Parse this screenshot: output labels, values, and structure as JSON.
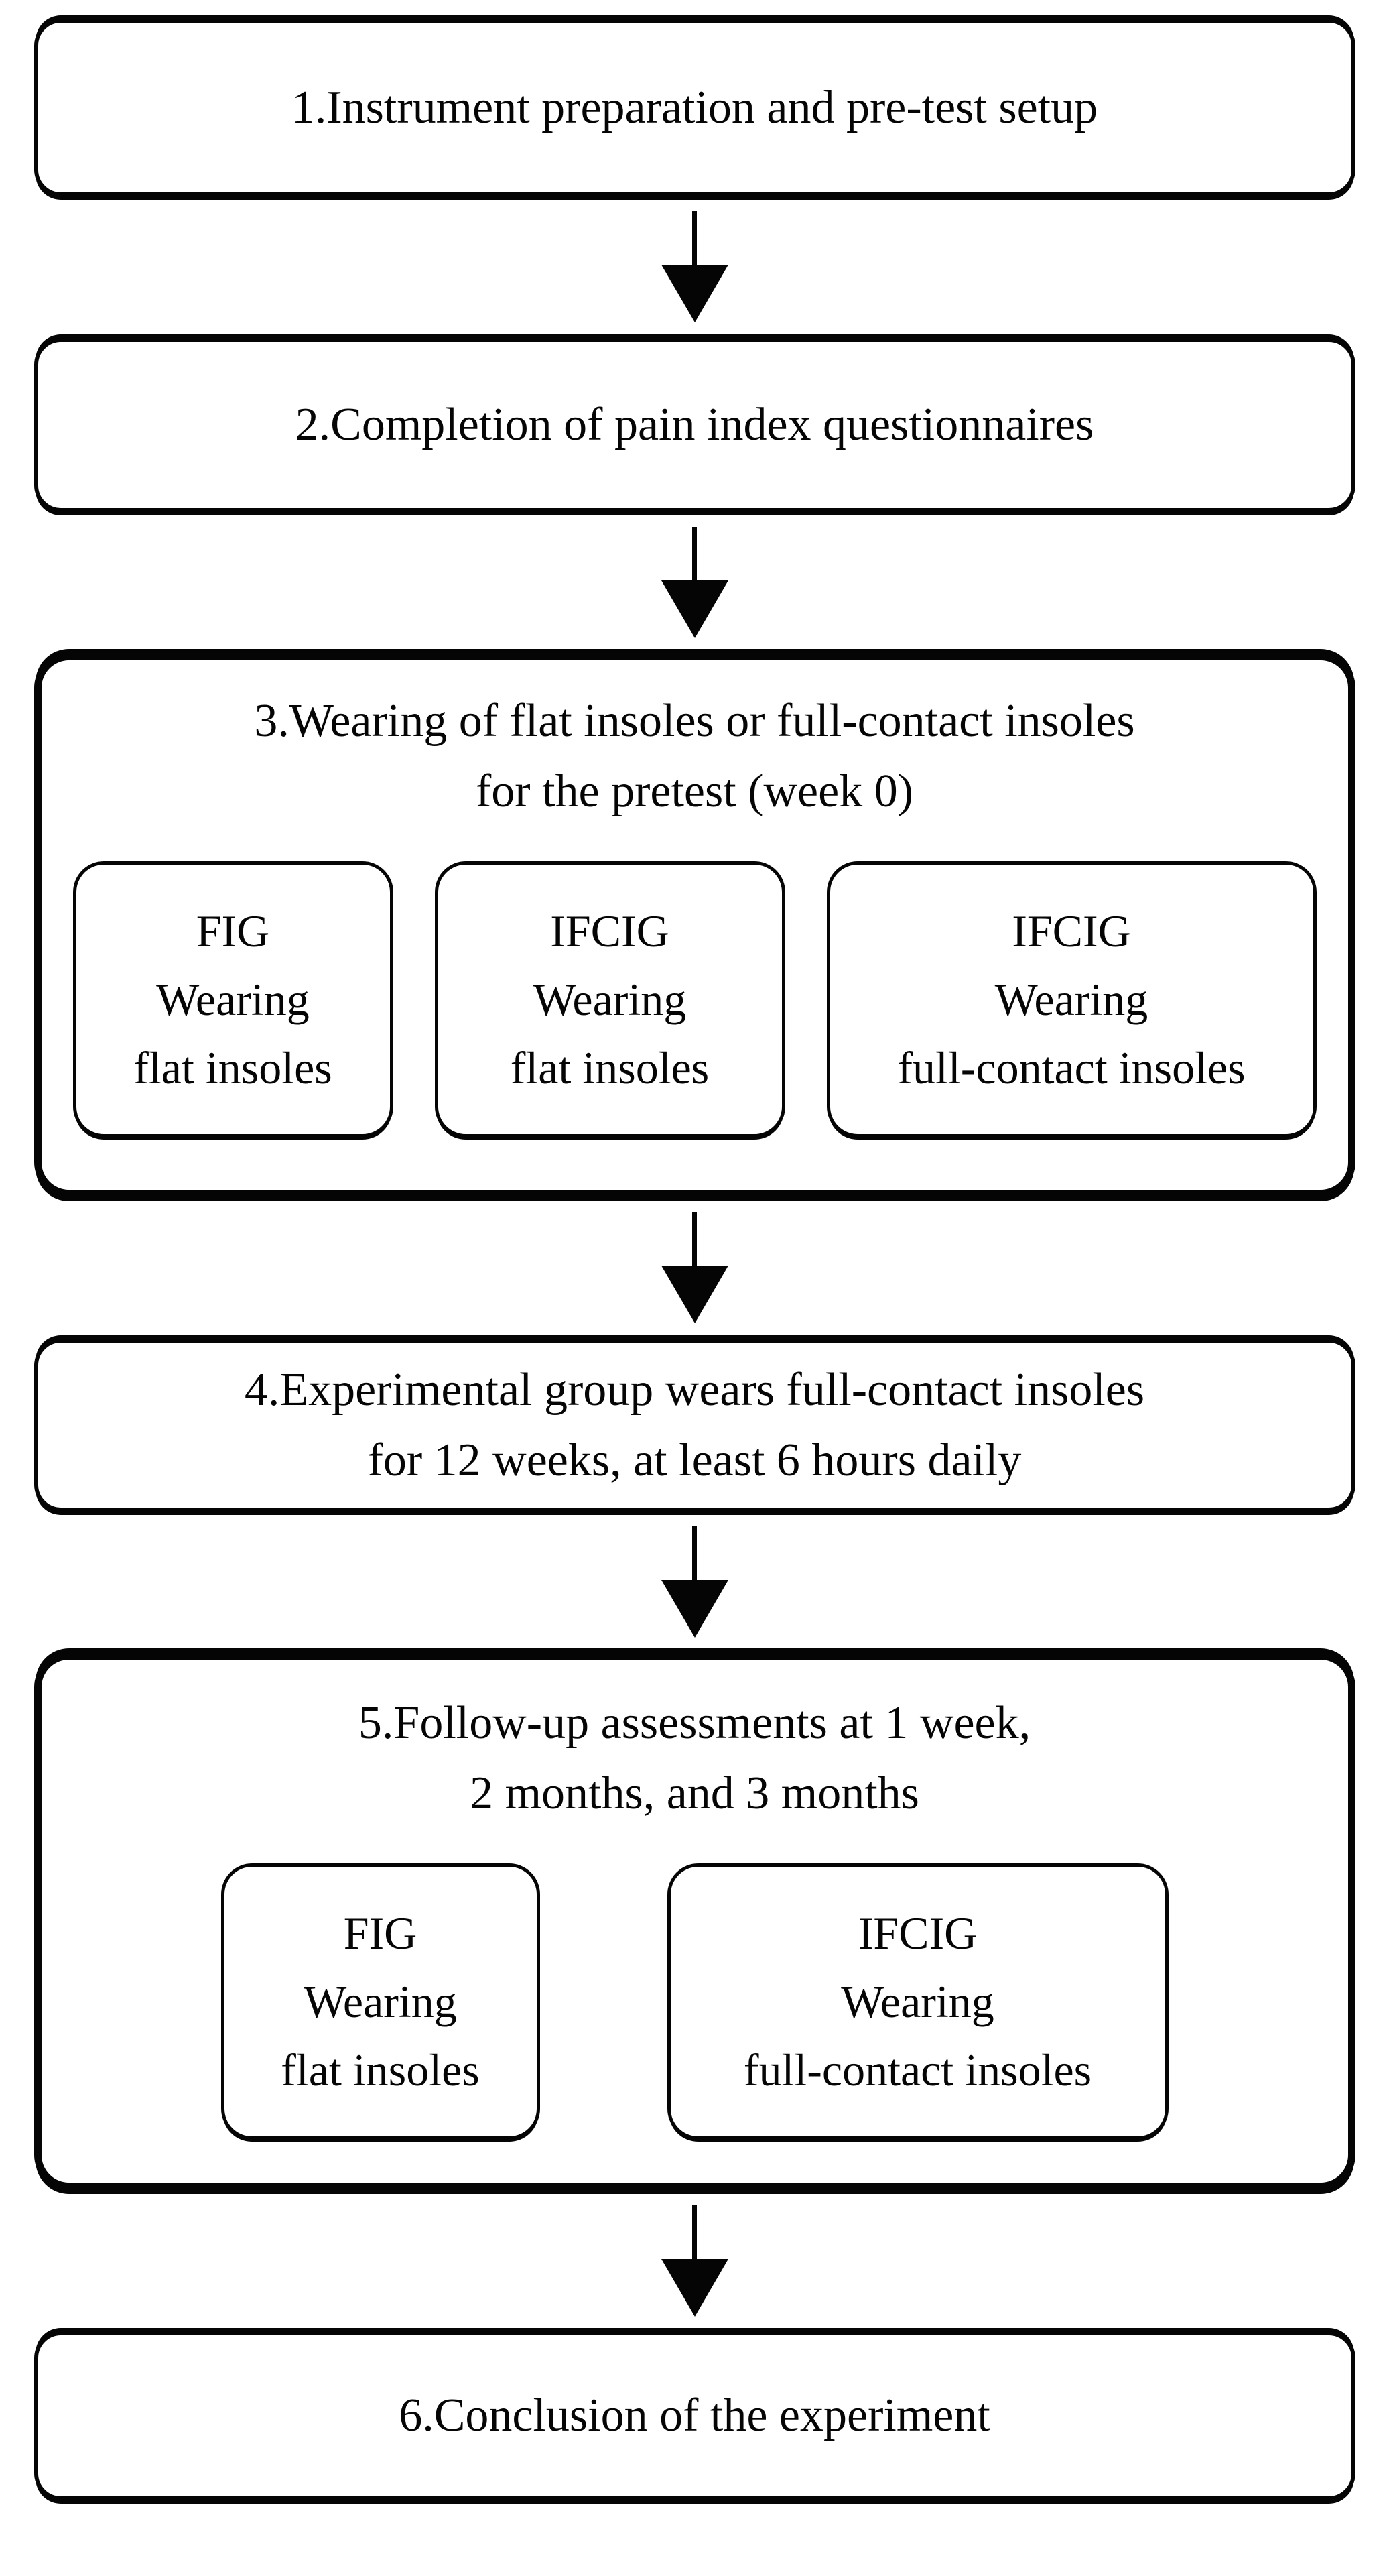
{
  "page": {
    "background": "#ffffff",
    "ink_color": "#050505",
    "font_style": "serif"
  },
  "flow": {
    "step1": {
      "label": "1.Instrument preparation and pre-test setup"
    },
    "step2": {
      "label": "2.Completion of pain index questionnaires"
    },
    "step3": {
      "line1": "3.Wearing of flat insoles or full-contact insoles",
      "line2": "for the pretest (week 0)",
      "groups": [
        {
          "name": "FIG",
          "action": "Wearing",
          "object": "flat insoles"
        },
        {
          "name": "IFCIG",
          "action": "Wearing",
          "object": "flat insoles"
        },
        {
          "name": "IFCIG",
          "action": "Wearing",
          "object": "full-contact insoles"
        }
      ]
    },
    "step4": {
      "line1": "4.Experimental group wears full-contact insoles",
      "line2": "for 12 weeks, at least 6 hours daily"
    },
    "step5": {
      "line1": "5.Follow-up assessments at 1 week,",
      "line2": "2 months, and 3 months",
      "groups": [
        {
          "name": "FIG",
          "action": "Wearing",
          "object": "flat insoles"
        },
        {
          "name": "IFCIG",
          "action": "Wearing",
          "object": "full-contact insoles"
        }
      ]
    },
    "step6": {
      "label": "6.Conclusion of the experiment"
    }
  }
}
